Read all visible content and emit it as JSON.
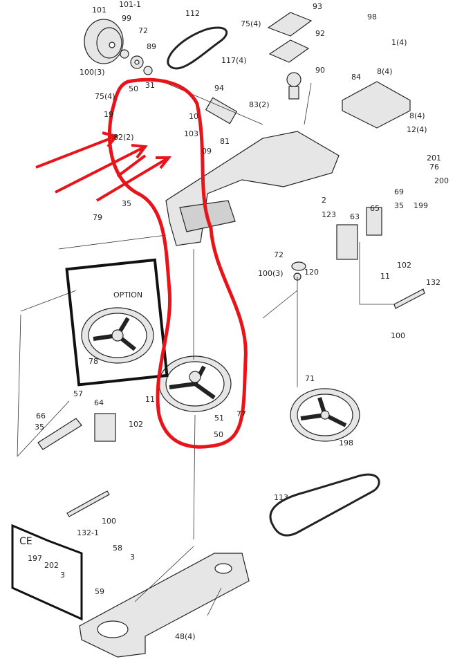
{
  "labels": [
    "101",
    "101-1",
    "99",
    "72",
    "89",
    "112",
    "100(3)",
    "75(4)",
    "117(4)",
    "93",
    "92",
    "90",
    "98",
    "1(4)",
    "84",
    "8(4)",
    "8(4)",
    "12(4)",
    "83(2)",
    "94",
    "81",
    "75(4)",
    "50",
    "31",
    "10",
    "19",
    "82(2)",
    "103",
    "09",
    "201",
    "76",
    "200",
    "199",
    "69",
    "35",
    "65",
    "63",
    "2",
    "123",
    "35",
    "79",
    "72",
    "120",
    "100(3)",
    "102",
    "11",
    "132",
    "100",
    "OPTION",
    "78",
    "71",
    "77",
    "51",
    "50",
    "198",
    "57",
    "64",
    "11",
    "66",
    "35",
    "102",
    "100",
    "132-1",
    "113",
    "CE",
    "197",
    "202",
    "3",
    "58",
    "3",
    "59",
    "48(4)"
  ],
  "colors": {
    "annotation": "#e8141a",
    "ink": "#222222",
    "part_fill": "#e6e6e6"
  }
}
